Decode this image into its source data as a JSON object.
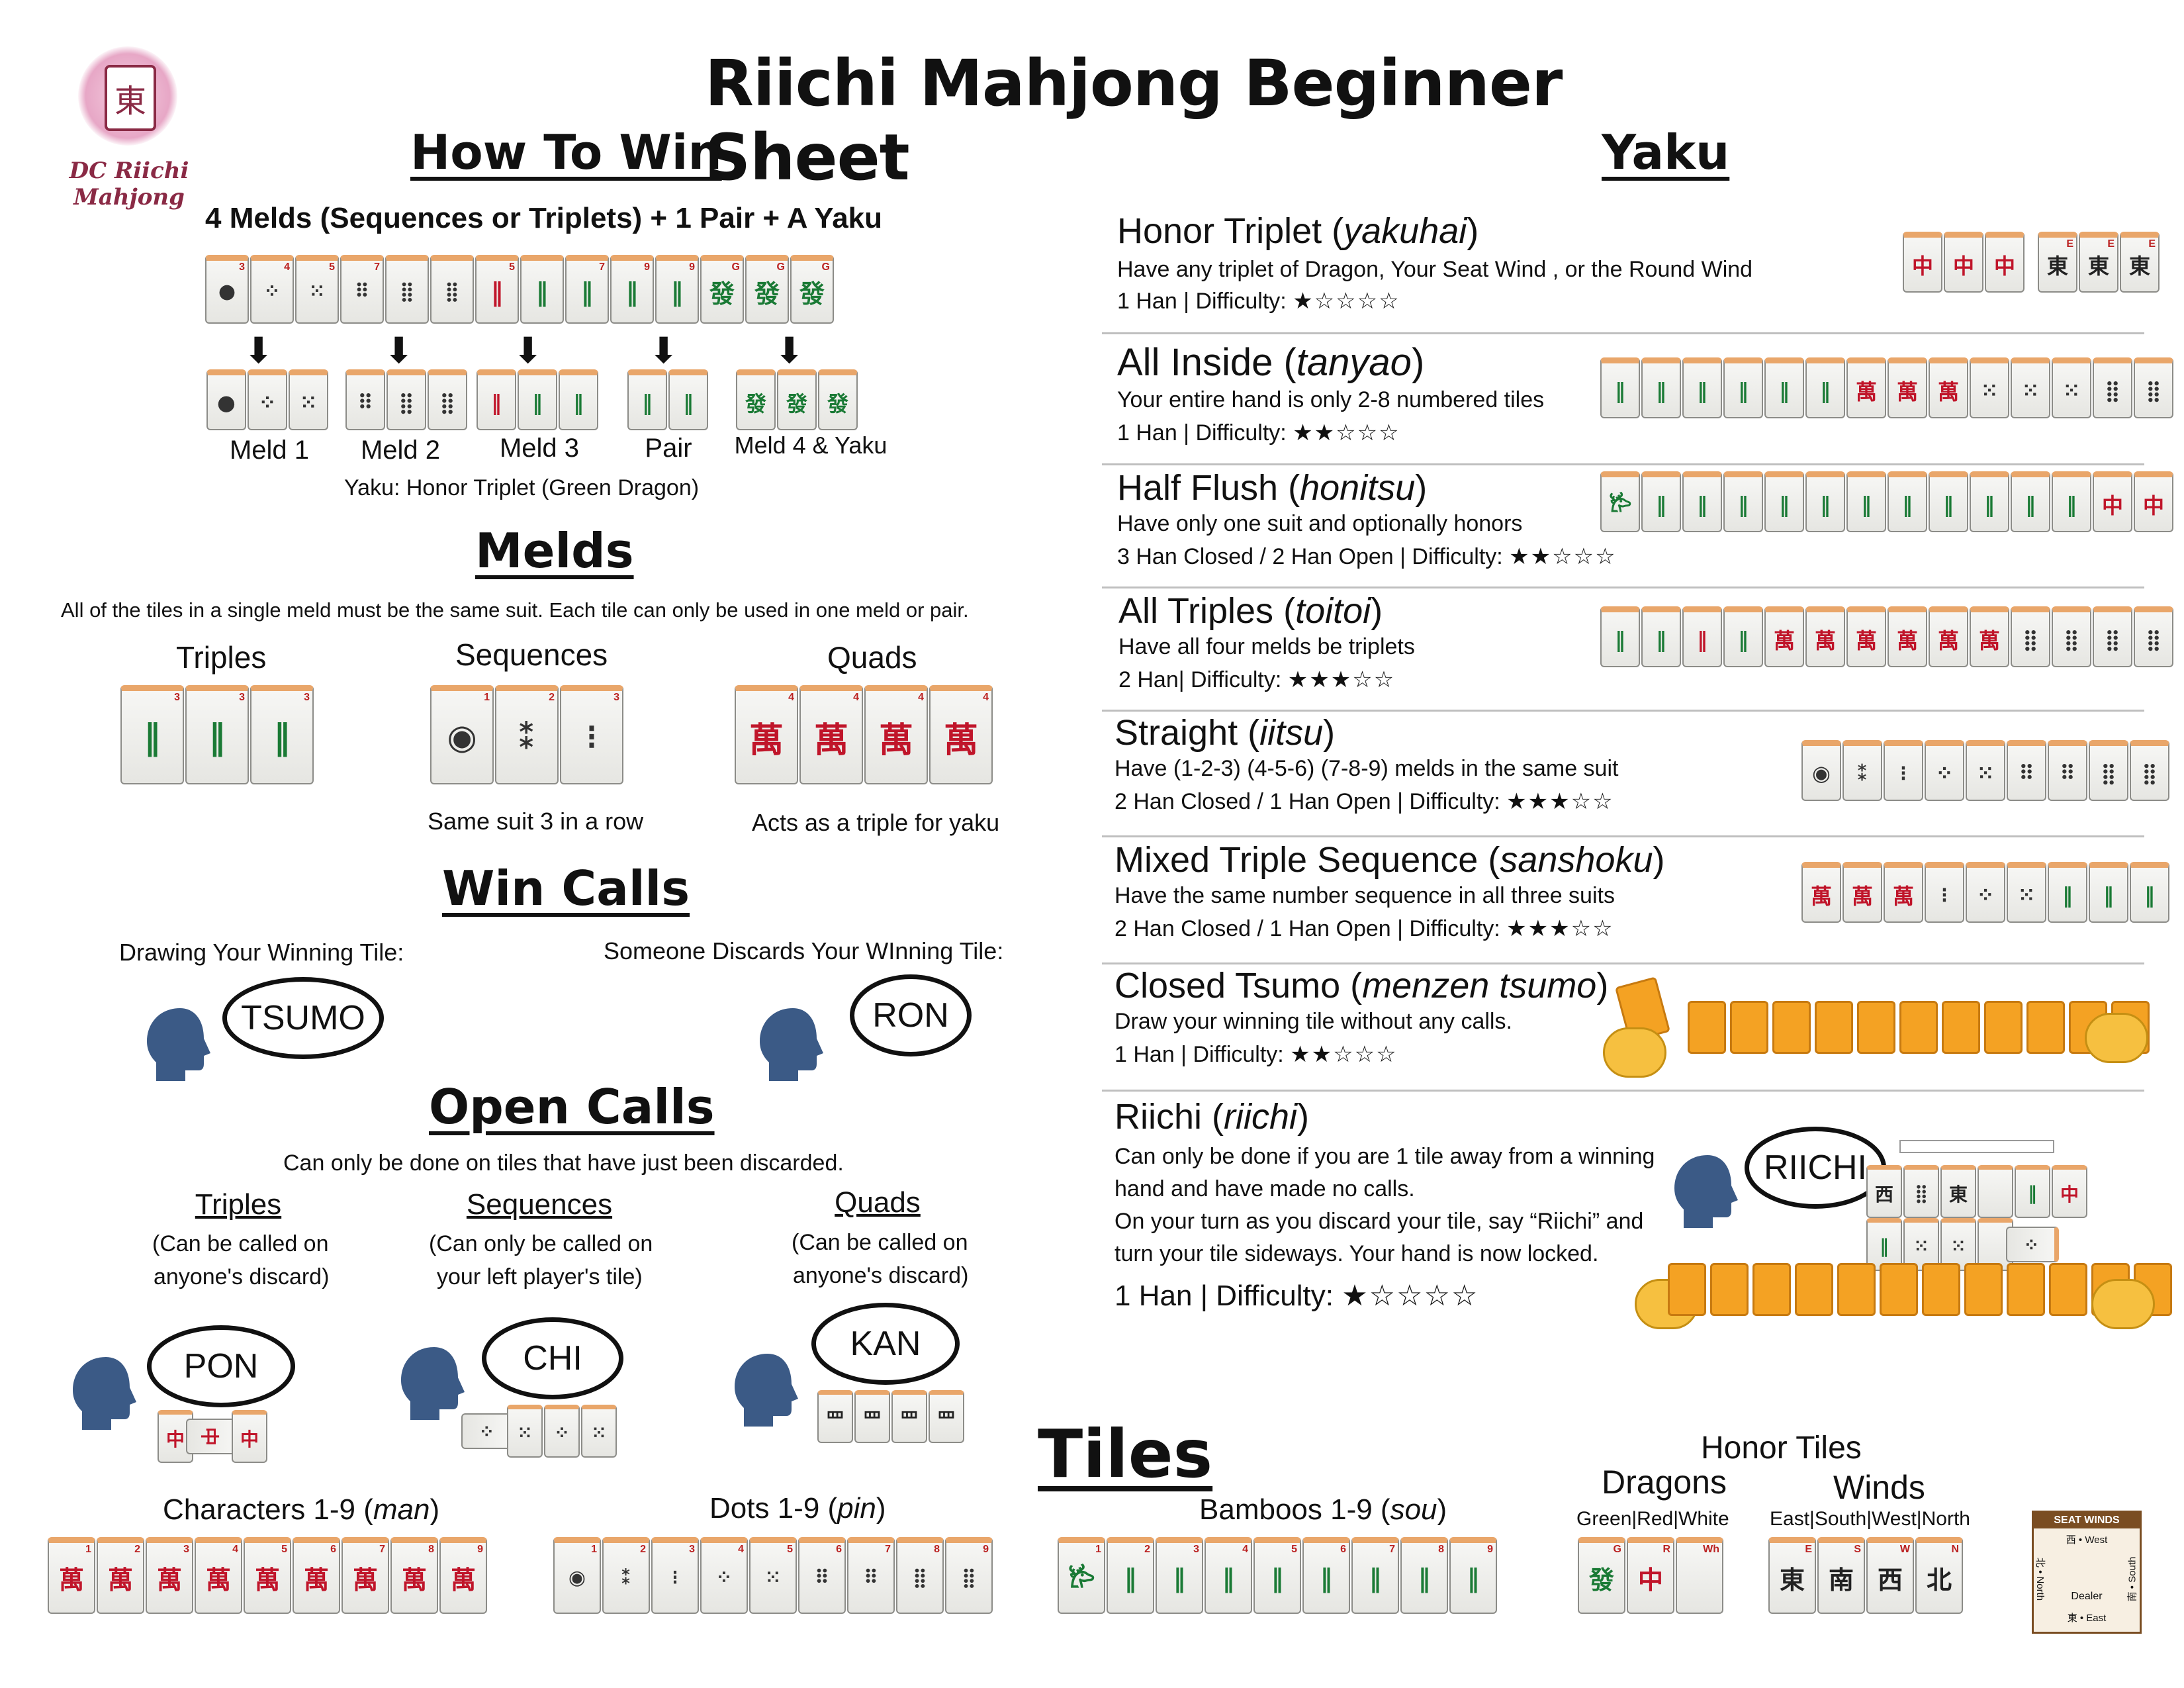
{
  "logo": {
    "text_lines": [
      "DC Riichi",
      "Mahjong"
    ],
    "glyph": "東"
  },
  "title": "Riichi Mahjong Beginner Sheet",
  "how_to_win": {
    "heading": "How To Win",
    "formula": "4 Melds (Sequences or Triplets) + 1 Pair + A Yaku",
    "labels": [
      "Meld 1",
      "Meld 2",
      "Meld 3",
      "Pair",
      "Meld 4 & Yaku"
    ],
    "yaku_note": "Yaku: Honor Triplet (Green Dragon)"
  },
  "melds": {
    "heading": "Melds",
    "desc": "All of the tiles in a single meld must be the same suit. Each tile can only be used in one meld or pair.",
    "types": [
      "Triples",
      "Sequences",
      "Quads"
    ],
    "captions": [
      "Same suit 3 in a row",
      "Acts as a triple for yaku"
    ]
  },
  "win_calls": {
    "heading": "Win Calls",
    "left_label": "Drawing Your Winning Tile:",
    "right_label": "Someone Discards Your WInning Tile:",
    "left_call": "TSUMO",
    "right_call": "RON"
  },
  "open_calls": {
    "heading": "Open Calls",
    "desc": "Can only be done on tiles that have just been discarded.",
    "types": [
      {
        "name": "Triples",
        "note1": "(Can be called on",
        "note2": "anyone's discard)",
        "call": "PON"
      },
      {
        "name": "Sequences",
        "note1": "(Can only be called on",
        "note2": "your left player's tile)",
        "call": "CHI"
      },
      {
        "name": "Quads",
        "note1": "(Can be called on",
        "note2": "anyone's discard)",
        "call": "KAN"
      }
    ]
  },
  "yaku": {
    "heading": "Yaku",
    "items": [
      {
        "name": "Honor Triplet",
        "jp": "yakuhai",
        "desc": "Have any triplet of Dragon, Your Seat Wind , or the Round Wind",
        "info": "1 Han | Difficulty:",
        "stars": "★☆☆☆☆"
      },
      {
        "name": "All Inside",
        "jp": "tanyao",
        "desc": "Your entire hand is only 2-8 numbered tiles",
        "info": "1 Han | Difficulty:",
        "stars": "★★☆☆☆"
      },
      {
        "name": "Half Flush",
        "jp": "honitsu",
        "desc": "Have only one suit and optionally honors",
        "info": "3 Han Closed / 2 Han Open | Difficulty:",
        "stars": "★★☆☆☆"
      },
      {
        "name": "All Triples",
        "jp": "toitoi",
        "desc": "Have all four melds be triplets",
        "info": "2 Han| Difficulty:",
        "stars": "★★★☆☆"
      },
      {
        "name": "Straight",
        "jp": "iitsu",
        "desc": "Have (1-2-3) (4-5-6) (7-8-9) melds in the same suit",
        "info": "2 Han Closed / 1 Han Open | Difficulty:",
        "stars": "★★★☆☆"
      },
      {
        "name": "Mixed Triple Sequence",
        "jp": "sanshoku",
        "desc": "Have the same number sequence in all three suits",
        "info": "2 Han Closed / 1 Han Open | Difficulty:",
        "stars": "★★★☆☆"
      },
      {
        "name": "Closed Tsumo",
        "jp": "menzen tsumo",
        "desc": "Draw your winning tile without any calls.",
        "info": "1 Han | Difficulty:",
        "stars": "★★☆☆☆"
      },
      {
        "name": "Riichi",
        "jp": "riichi",
        "desc_lines": [
          "Can only be done if you are 1 tile away from a winning",
          "hand and have made no calls.",
          "On your turn as you discard your tile, say “Riichi” and",
          "turn your tile sideways. Your hand is now locked."
        ],
        "info": "1 Han | Difficulty:",
        "stars": "★☆☆☆☆",
        "call": "RIICHI"
      }
    ]
  },
  "tiles": {
    "heading": "Tiles",
    "characters": {
      "label": "Characters 1-9 (",
      "jp": "man",
      "close": ")"
    },
    "dots": {
      "label": "Dots 1-9  (",
      "jp": "pin",
      "close": ")"
    },
    "bamboos": {
      "label": "Bamboos 1-9 (",
      "jp": "sou",
      "close": ")"
    },
    "honor_heading": "Honor Tiles",
    "dragons": {
      "label": "Dragons",
      "sub": "Green|Red|White"
    },
    "winds": {
      "label": "Winds",
      "sub": "East|South|West|North"
    },
    "seat_winds": {
      "title": "SEAT WINDS",
      "top": "西 • West",
      "bottom": "東 • East",
      "left": "北 • North",
      "right": "南 • South",
      "center": "Dealer"
    }
  }
}
